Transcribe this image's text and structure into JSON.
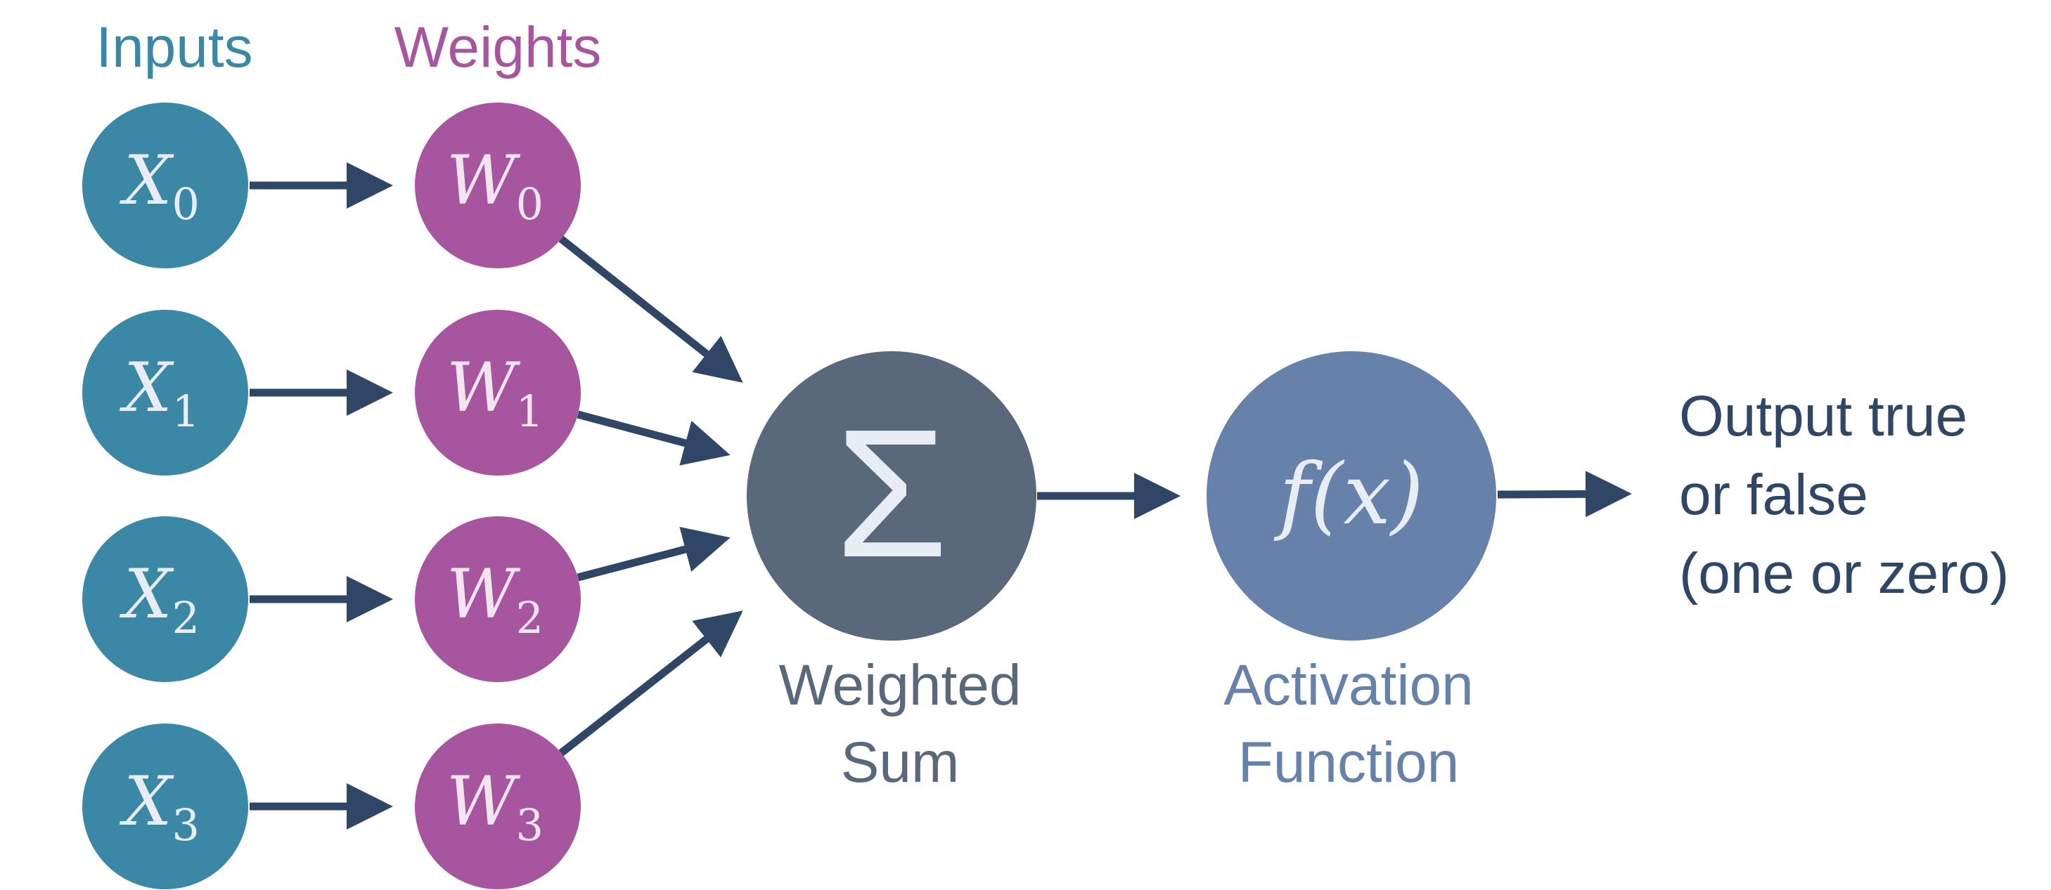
{
  "headers": {
    "inputs": "Inputs",
    "weights": "Weights"
  },
  "inputs": [
    {
      "symbol": "X",
      "sub": "0"
    },
    {
      "symbol": "X",
      "sub": "1"
    },
    {
      "symbol": "X",
      "sub": "2"
    },
    {
      "symbol": "X",
      "sub": "3"
    }
  ],
  "weights": [
    {
      "symbol": "W",
      "sub": "0"
    },
    {
      "symbol": "W",
      "sub": "1"
    },
    {
      "symbol": "W",
      "sub": "2"
    },
    {
      "symbol": "W",
      "sub": "3"
    }
  ],
  "sum_node": {
    "symbol": "Σ",
    "label_line1": "Weighted",
    "label_line2": "Sum"
  },
  "activation_node": {
    "symbol": "f(x)",
    "label_line1": "Activation",
    "label_line2": "Function"
  },
  "output": {
    "line1": "Output true",
    "line2": "or false",
    "line3": "(one or zero)"
  },
  "colors": {
    "input": "#3b87a6",
    "weight": "#a7559f",
    "sum": "#5a687c",
    "activation": "#6682aa",
    "arrow": "#2f4666",
    "node_text": "#e8edf3"
  }
}
